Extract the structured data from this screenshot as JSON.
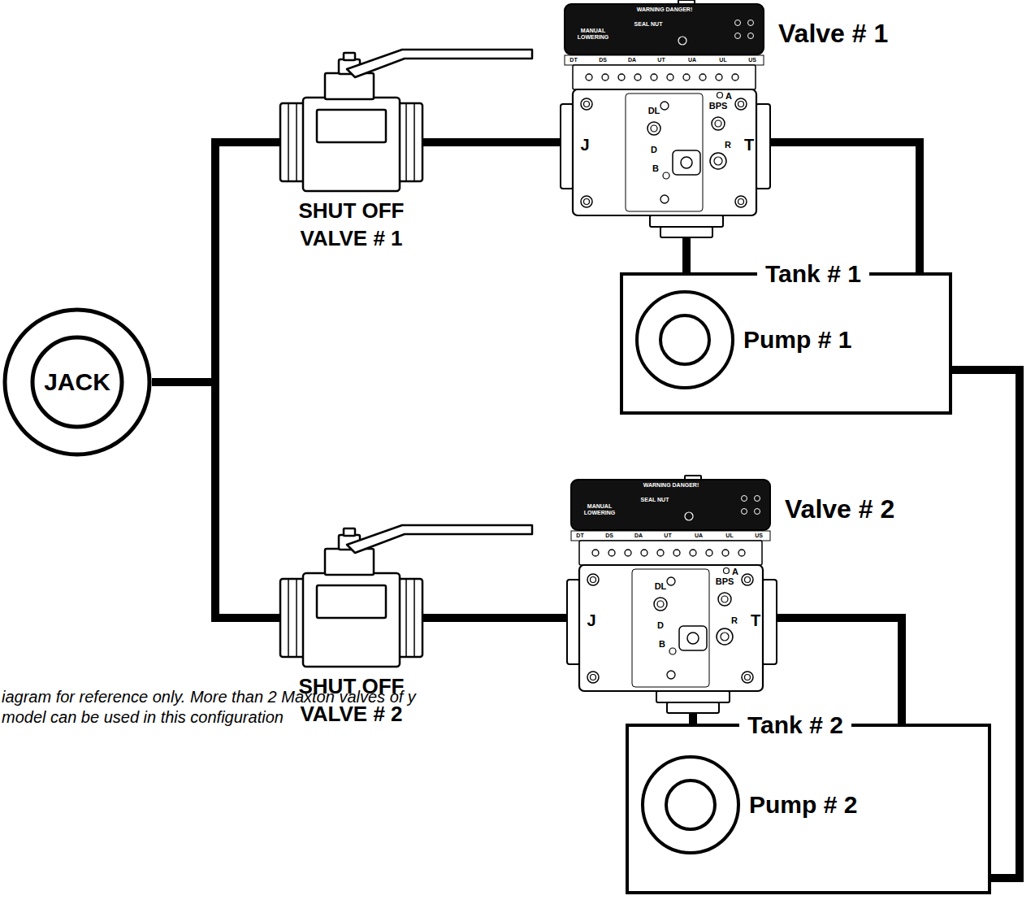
{
  "diagram": {
    "nodes": [
      {
        "text": [
          "JACK"
        ]
      },
      {
        "text": [
          "SHUT OFF VALVE # 1"
        ]
      },
      {
        "text": [
          "Valve # 1"
        ]
      },
      {
        "text": [
          "Tank # 1"
        ]
      },
      {
        "text": [
          "Pump # 1"
        ],
        "in": 3
      },
      {
        "text": [
          "SHUT OFF VALVE # 2"
        ]
      },
      {
        "text": [
          "Valve # 2"
        ]
      },
      {
        "text": [
          "Tank # 2"
        ]
      },
      {
        "text": [
          "Pump # 2"
        ],
        "in": 7
      }
    ],
    "edges": [
      {
        "from": 0,
        "to": 1,
        "arrow": "none"
      },
      {
        "from": 1,
        "to": 2,
        "arrow": "none"
      },
      {
        "from": 2,
        "to": 3,
        "arrow": "none"
      },
      {
        "from": 2,
        "to": 3,
        "arrow": "none"
      },
      {
        "from": 0,
        "to": 5,
        "arrow": "none"
      },
      {
        "from": 5,
        "to": 6,
        "arrow": "none"
      },
      {
        "from": 6,
        "to": 7,
        "arrow": "none"
      },
      {
        "from": 6,
        "to": 7,
        "arrow": "none"
      },
      {
        "from": 3,
        "to": 7,
        "arrow": "none"
      }
    ],
    "labels": [
      "WARNING DANGER!",
      "SEAL NUT",
      "MANUAL LOWERING",
      "DT",
      "DS",
      "DA",
      "UT",
      "UA",
      "UL",
      "US",
      "J",
      "DL",
      "D",
      "B",
      "A",
      "BPS",
      "R",
      "T",
      "WARNING DANGER!",
      "SEAL NUT",
      "MANUAL LOWERING",
      "DT",
      "DS",
      "DA",
      "UT",
      "UA",
      "UL",
      "US",
      "J",
      "DL",
      "D",
      "B",
      "A",
      "BPS",
      "R",
      "T",
      "iagram for reference only. More than 2 Maxton valves of y model can be used in this configuration"
    ]
  }
}
